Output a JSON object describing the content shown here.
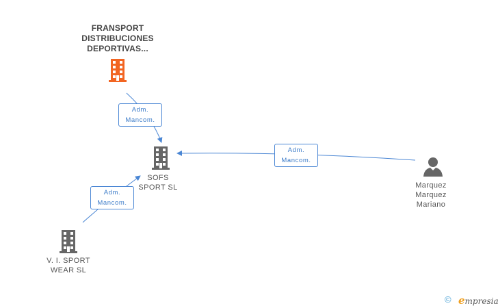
{
  "nodes": {
    "fransport": {
      "name": "FRANSPORT\nDISTRIBUCIONES\nDEPORTIVAS...",
      "type": "company",
      "color": "#f26522"
    },
    "sofs": {
      "name": "SOFS\nSPORT SL",
      "type": "company",
      "color": "#666666"
    },
    "vi_sport": {
      "name": "V. I. SPORT\nWEAR  SL",
      "type": "company",
      "color": "#666666"
    },
    "marquez": {
      "name": "Marquez\nMarquez\nMariano",
      "type": "person",
      "color": "#666666"
    }
  },
  "edges": [
    {
      "from": "fransport",
      "to": "sofs",
      "line1": "Adm.",
      "line2": "Mancom."
    },
    {
      "from": "marquez",
      "to": "sofs",
      "line1": "Adm.",
      "line2": "Mancom."
    },
    {
      "from": "vi_sport",
      "to": "sofs",
      "line1": "Adm.",
      "line2": "Mancom."
    }
  ],
  "colors": {
    "edge": "#4a86d4"
  },
  "footer": {
    "copyright": "©",
    "brand_initial": "e",
    "brand_rest": "mpresia"
  }
}
